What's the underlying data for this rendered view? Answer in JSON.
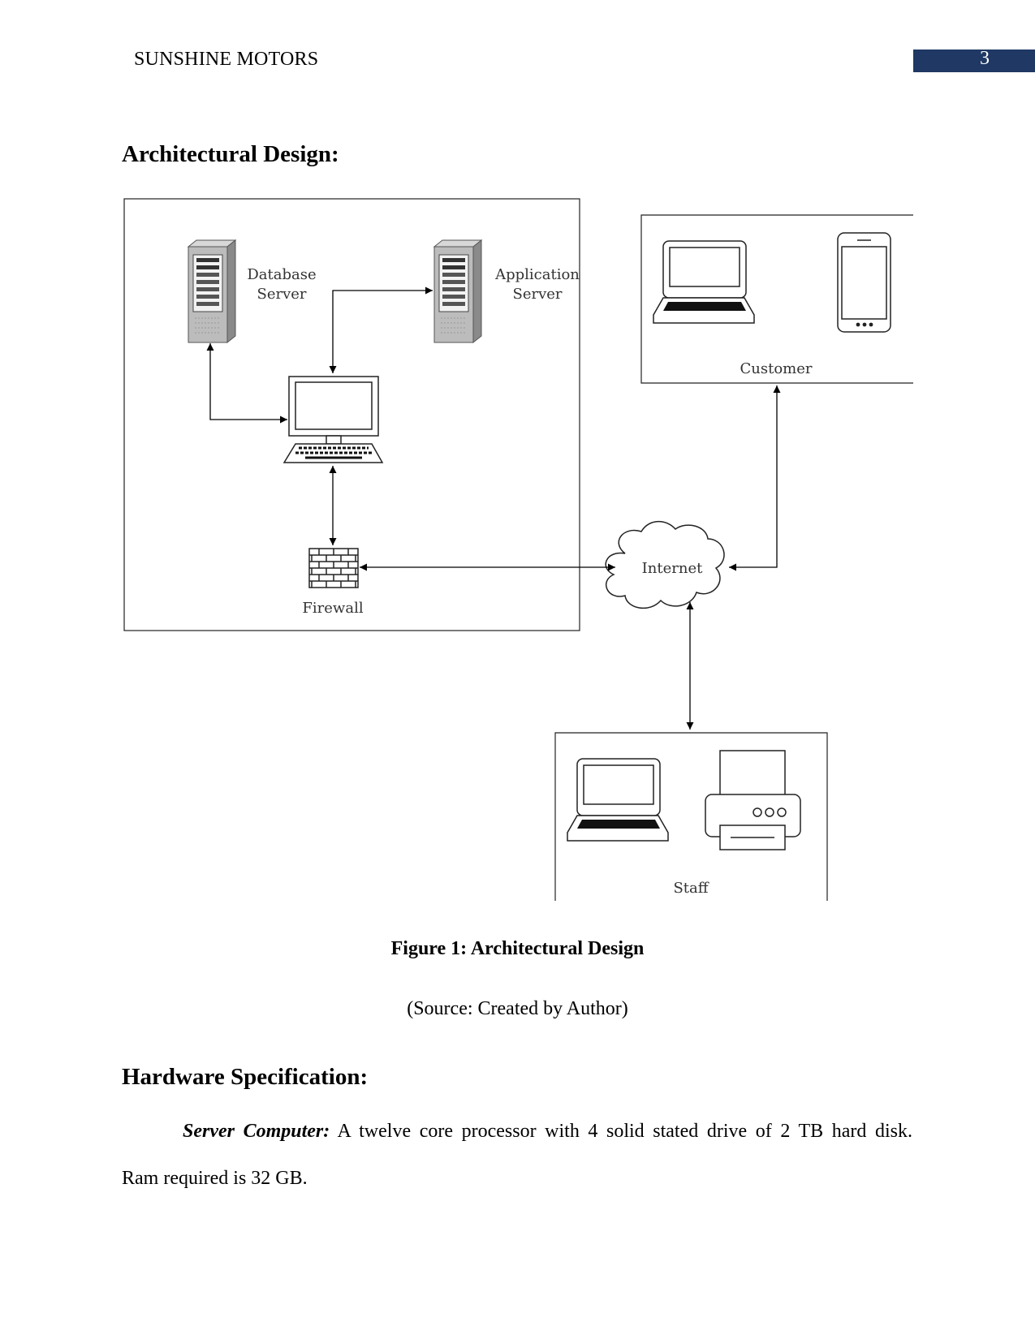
{
  "header": {
    "title": "SUNSHINE MOTORS",
    "page_number": "3",
    "accent_color": "#1f3864"
  },
  "section1": {
    "heading": "Architectural Design:"
  },
  "diagram": {
    "labels": {
      "database_server": [
        "Database",
        "Server"
      ],
      "application_server": [
        "Application",
        "Server"
      ],
      "firewall": "Firewall",
      "internet": "Internet",
      "customer": "Customer",
      "staff": "Staff"
    },
    "icons": [
      "server-icon",
      "server-icon",
      "desktop-computer-icon",
      "firewall-icon",
      "cloud-icon",
      "laptop-icon",
      "smartphone-icon",
      "laptop-icon",
      "printer-icon"
    ]
  },
  "figure": {
    "caption": "Figure 1: Architectural Design",
    "source": "(Source: Created by Author)"
  },
  "section2": {
    "heading": "Hardware Specification:",
    "server_label": "Server Computer:",
    "server_text": " A twelve core processor with 4 solid stated drive of 2 TB hard disk.",
    "server_text_cont": "Ram required is 32 GB."
  }
}
